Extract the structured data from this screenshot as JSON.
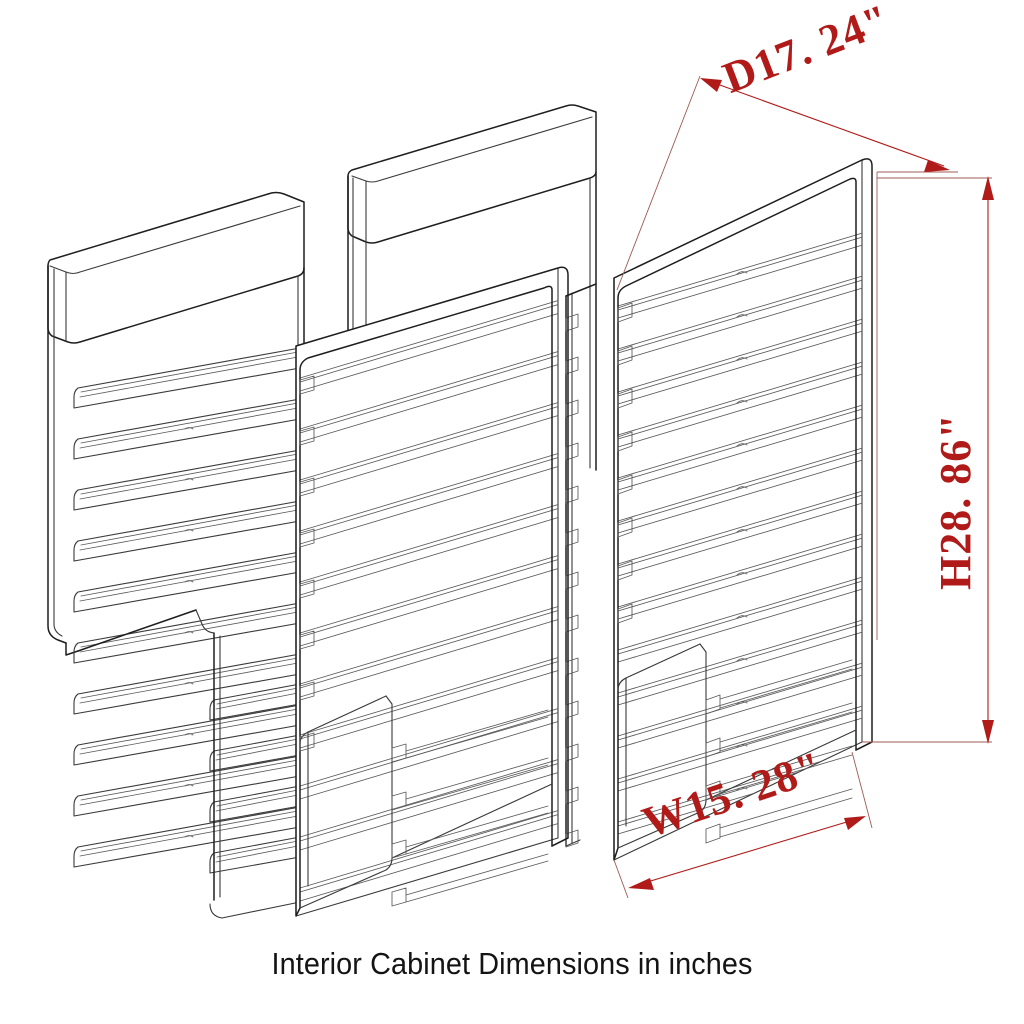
{
  "figure": {
    "title": "Interior Cabinet Dimensions in inches",
    "background_color": "#ffffff",
    "line_color": "#1a1a1a",
    "dimension_color": "#B01B19",
    "units": "inches",
    "view": "isometric"
  },
  "dimensions": {
    "depth": {
      "label": "D17. 24\"",
      "value": 17.24,
      "prefix": "D",
      "unit_symbol": "\"",
      "axis": "depth",
      "orientation": "diagonal-upper-right"
    },
    "height": {
      "label": "H28. 86\"",
      "value": 28.86,
      "prefix": "H",
      "unit_symbol": "\"",
      "axis": "height",
      "orientation": "vertical-right"
    },
    "width": {
      "label": "W15. 28\"",
      "value": 15.28,
      "prefix": "W",
      "unit_symbol": "\"",
      "axis": "width",
      "orientation": "diagonal-lower-right"
    }
  },
  "objects": {
    "left_cabinet": {
      "name": "Front left cabinet",
      "state": "front-facing with slat fronts",
      "top_slat_count": 10,
      "bottom_inset_slat_count": 4
    },
    "right_cabinet": {
      "name": "Rear right cabinet",
      "state": "open interior showing shelf rails",
      "side_rail_count": 13,
      "upper_rail_count": 8,
      "lower_rail_count": 4
    }
  },
  "caption": {
    "text": "Interior Cabinet Dimensions in inches"
  }
}
